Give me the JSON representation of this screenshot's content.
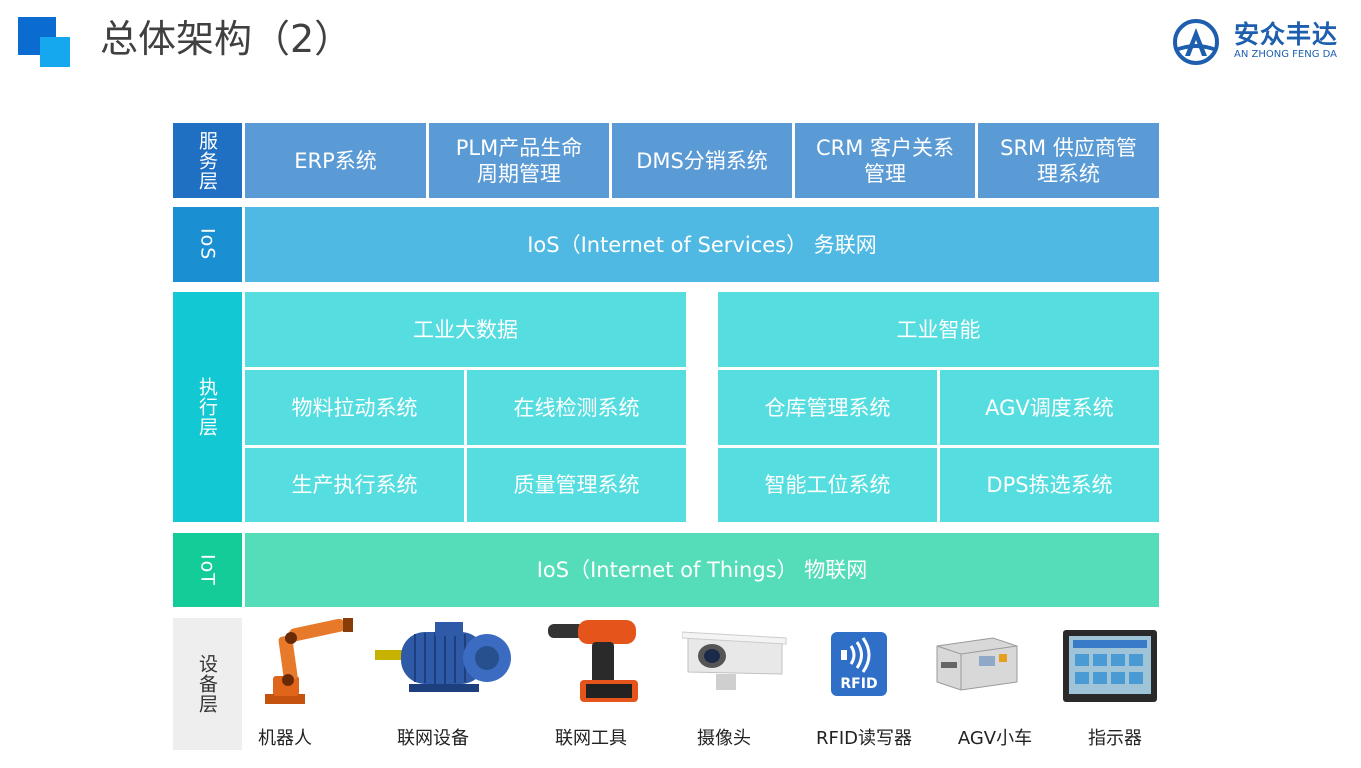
{
  "header": {
    "title": "总体架构（2）",
    "logo_cn": "安众丰达",
    "logo_en": "AN ZHONG FENG DA"
  },
  "colors": {
    "service": "#5b9bd5",
    "service_label": "#1f6fc2",
    "ios": "#4fb9e3",
    "ios_label": "#1a8fd2",
    "exec": "#55dde0",
    "exec_label": "#12c9d3",
    "iot": "#55ddb9",
    "iot_label": "#14cc97",
    "device_label_bg": "#eeeeee"
  },
  "layers": {
    "service": {
      "label": "服务层",
      "items": [
        "ERP系统",
        "PLM产品生命周期管理",
        "DMS分销系统",
        "CRM 客户关系管理",
        "SRM 供应商管理系统"
      ]
    },
    "ios": {
      "label": "IoS",
      "text": "IoS（Internet of Services） 务联网"
    },
    "exec": {
      "label": "执行层",
      "left": {
        "title": "工业大数据",
        "items": [
          "物料拉动系统",
          "在线检测系统",
          "生产执行系统",
          "质量管理系统"
        ]
      },
      "right": {
        "title": "工业智能",
        "items": [
          "仓库管理系统",
          "AGV调度系统",
          "智能工位系统",
          "DPS拣选系统"
        ]
      }
    },
    "iot": {
      "label": "IoT",
      "text": "IoS（Internet of Things） 物联网"
    },
    "device": {
      "label": "设备层",
      "items": [
        "机器人",
        "联网设备",
        "联网工具",
        "摄像头",
        "RFID读写器",
        "AGV小车",
        "指示器"
      ],
      "rfid_text": "RFID"
    }
  }
}
